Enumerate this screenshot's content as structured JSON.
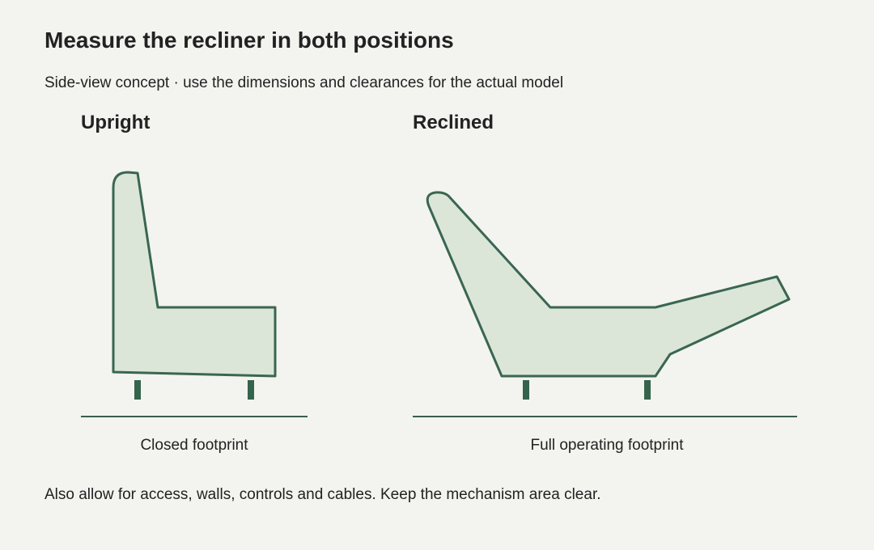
{
  "title": "Measure the recliner in both positions",
  "subtitle": "Side-view concept · use the dimensions and clearances for the actual model",
  "panels": {
    "upright": {
      "label": "Upright",
      "caption": "Closed footprint"
    },
    "reclined": {
      "label": "Reclined",
      "caption": "Full operating footprint"
    }
  },
  "footnote": "Also allow for access, walls, controls and cables. Keep the mechanism area clear.",
  "colors": {
    "chair_fill": "#dbe6d8",
    "chair_stroke": "#3a6650",
    "legs": "#35644c",
    "floor": "#3a5e4a",
    "background": "#f3f3f0"
  }
}
